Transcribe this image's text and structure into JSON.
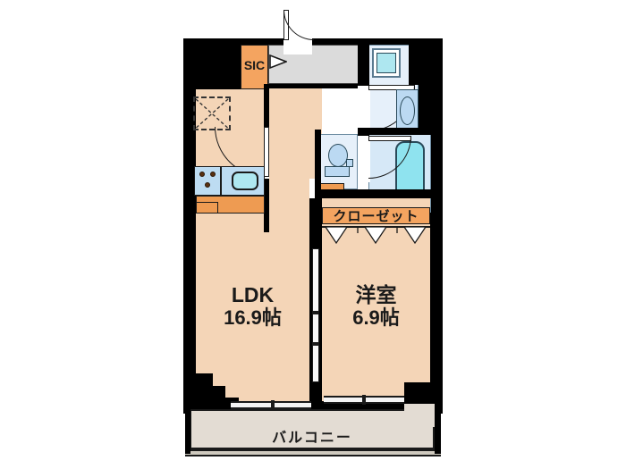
{
  "plan": {
    "type": "japanese-floor-plan",
    "rooms": [
      {
        "id": "ldk",
        "name": "LDK",
        "size": "16.9帖"
      },
      {
        "id": "washitsu",
        "name": "洋室",
        "size": "6.9帖"
      }
    ],
    "labels": {
      "ldk_name": "LDK",
      "ldk_size": "16.9帖",
      "bedroom_name": "洋室",
      "bedroom_size": "6.9帖",
      "closet": "クローゼット",
      "balcony": "バルコニー",
      "sic": "SIC"
    },
    "fixtures": [
      {
        "name": "entrance-door",
        "label": ""
      },
      {
        "name": "shoe-in-closet",
        "label": "SIC"
      },
      {
        "name": "kitchen-stove",
        "label": ""
      },
      {
        "name": "kitchen-sink",
        "label": ""
      },
      {
        "name": "washing-machine-space",
        "label": ""
      },
      {
        "name": "toilet",
        "label": ""
      },
      {
        "name": "wash-basin",
        "label": ""
      },
      {
        "name": "bathtub",
        "label": ""
      },
      {
        "name": "closet",
        "label": "クローゼット"
      },
      {
        "name": "balcony",
        "label": "バルコニー"
      }
    ],
    "colors": {
      "wall": "#000000",
      "floor": "#F4D5B7",
      "hall": "#DBDBDB",
      "balcony": "#E3DCD3",
      "wet_area": "#E6F0FA",
      "accent_orange": "#F4A460",
      "water_fill": "#8FE3EF",
      "kitchen_counter": "#BDDCF2",
      "text": "#1a1a1a",
      "background": "#FFFFFF"
    }
  }
}
